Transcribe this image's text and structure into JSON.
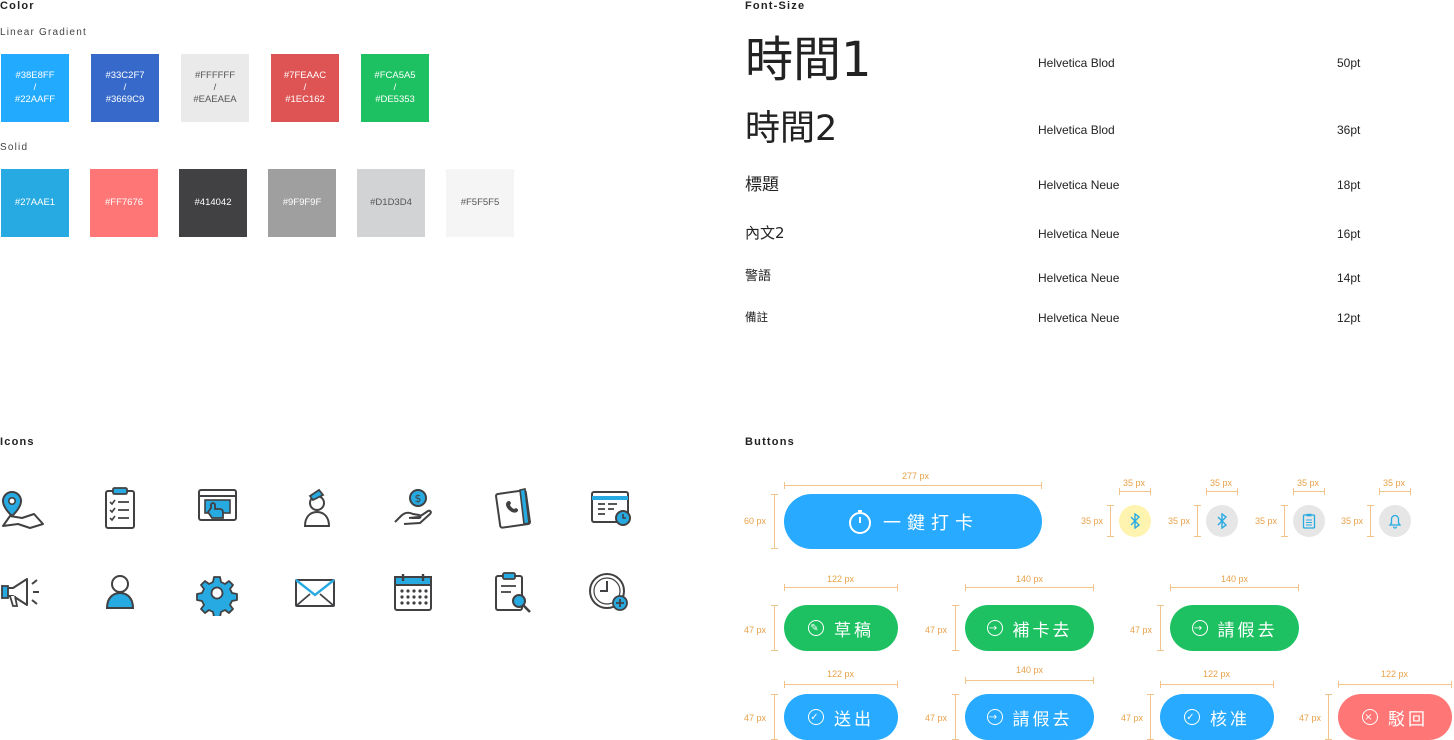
{
  "color": {
    "title": "Color",
    "gradient_title": "Linear Gradient",
    "gradients": [
      {
        "top": "#38E8FF",
        "sep": "/",
        "bottom": "#22AAFF",
        "from": "#38A8F8",
        "to": "#22AAFF"
      },
      {
        "top": "#33C2F7",
        "sep": "/",
        "bottom": "#3669C9",
        "from": "#3370D0",
        "to": "#3669C9"
      },
      {
        "top": "#FFFFFF",
        "sep": "/",
        "bottom": "#EAEAEA",
        "from": "#EFEFEF",
        "to": "#E6E6E6"
      },
      {
        "top": "#7FEAAC",
        "sep": "/",
        "bottom": "#1EC162",
        "from": "#E05555",
        "to": "#DC4A4A"
      },
      {
        "top": "#FCA5A5",
        "sep": "/",
        "bottom": "#DE5353",
        "from": "#22C262",
        "to": "#1EC162"
      }
    ],
    "solid_title": "Solid",
    "solids": [
      {
        "label": "#27AAE1",
        "color": "#27AAE1"
      },
      {
        "label": "#FF7676",
        "color": "#FF7676"
      },
      {
        "label": "#414042",
        "color": "#414042"
      },
      {
        "label": "#9F9F9F",
        "color": "#9F9F9F"
      },
      {
        "label": "#D1D3D4",
        "color": "#D1D3D4"
      },
      {
        "label": "#F5F5F5",
        "color": "#F5F5F5"
      }
    ]
  },
  "font_size": {
    "title": "Font-Size",
    "rows": [
      {
        "sample": "時間1",
        "font": "Helvetica Blod",
        "size": "50pt"
      },
      {
        "sample": "時間2",
        "font": "Helvetica Blod",
        "size": "36pt"
      },
      {
        "sample": "標題",
        "font": "Helvetica Neue",
        "size": "18pt"
      },
      {
        "sample": "內文2",
        "font": "Helvetica Neue",
        "size": "16pt"
      },
      {
        "sample": "警語",
        "font": "Helvetica Neue",
        "size": "14pt"
      },
      {
        "sample": "備註",
        "font": "Helvetica Neue",
        "size": "12pt"
      }
    ]
  },
  "icons": {
    "title": "Icons",
    "row1": [
      "map-pin-icon",
      "clipboard-checklist-icon",
      "browser-click-icon",
      "user-nurse-icon",
      "hand-coin-icon",
      "phone-book-icon",
      "calendar-clock-icon"
    ],
    "row2": [
      "megaphone-icon",
      "user-icon",
      "gear-icon",
      "envelope-icon",
      "calendar-icon",
      "clipboard-search-icon",
      "clock-plus-icon"
    ]
  },
  "buttons": {
    "title": "Buttons",
    "clock_in": {
      "label": "一鍵打卡",
      "width": "277 px",
      "height": "60 px"
    },
    "round_dims": [
      "35 px",
      "35 px",
      "35 px",
      "35 px"
    ],
    "round_heights": [
      "35 px",
      "35 px",
      "35 px",
      "35 px"
    ],
    "row2": [
      {
        "label": "草稿",
        "width": "122 px",
        "height": "47 px"
      },
      {
        "label": "補卡去",
        "width": "140 px",
        "height": "47 px"
      },
      {
        "label": "請假去",
        "width": "140 px",
        "height": "47 px"
      }
    ],
    "row3": [
      {
        "label": "送出",
        "width": "122 px",
        "height": "47 px"
      },
      {
        "label": "請假去",
        "width": "140 px",
        "height": "47 px"
      },
      {
        "label": "核准",
        "width": "122 px",
        "height": "47 px"
      },
      {
        "label": "駁回",
        "width": "122 px",
        "height": "47 px"
      }
    ]
  },
  "palette": {
    "blue": "#27AAFF",
    "green": "#1EC162",
    "red": "#FF7676",
    "yellow": "#FFF3B0",
    "grey": "#E6E6E6",
    "icon_dark": "#414042",
    "icon_blue": "#27AAE1"
  }
}
